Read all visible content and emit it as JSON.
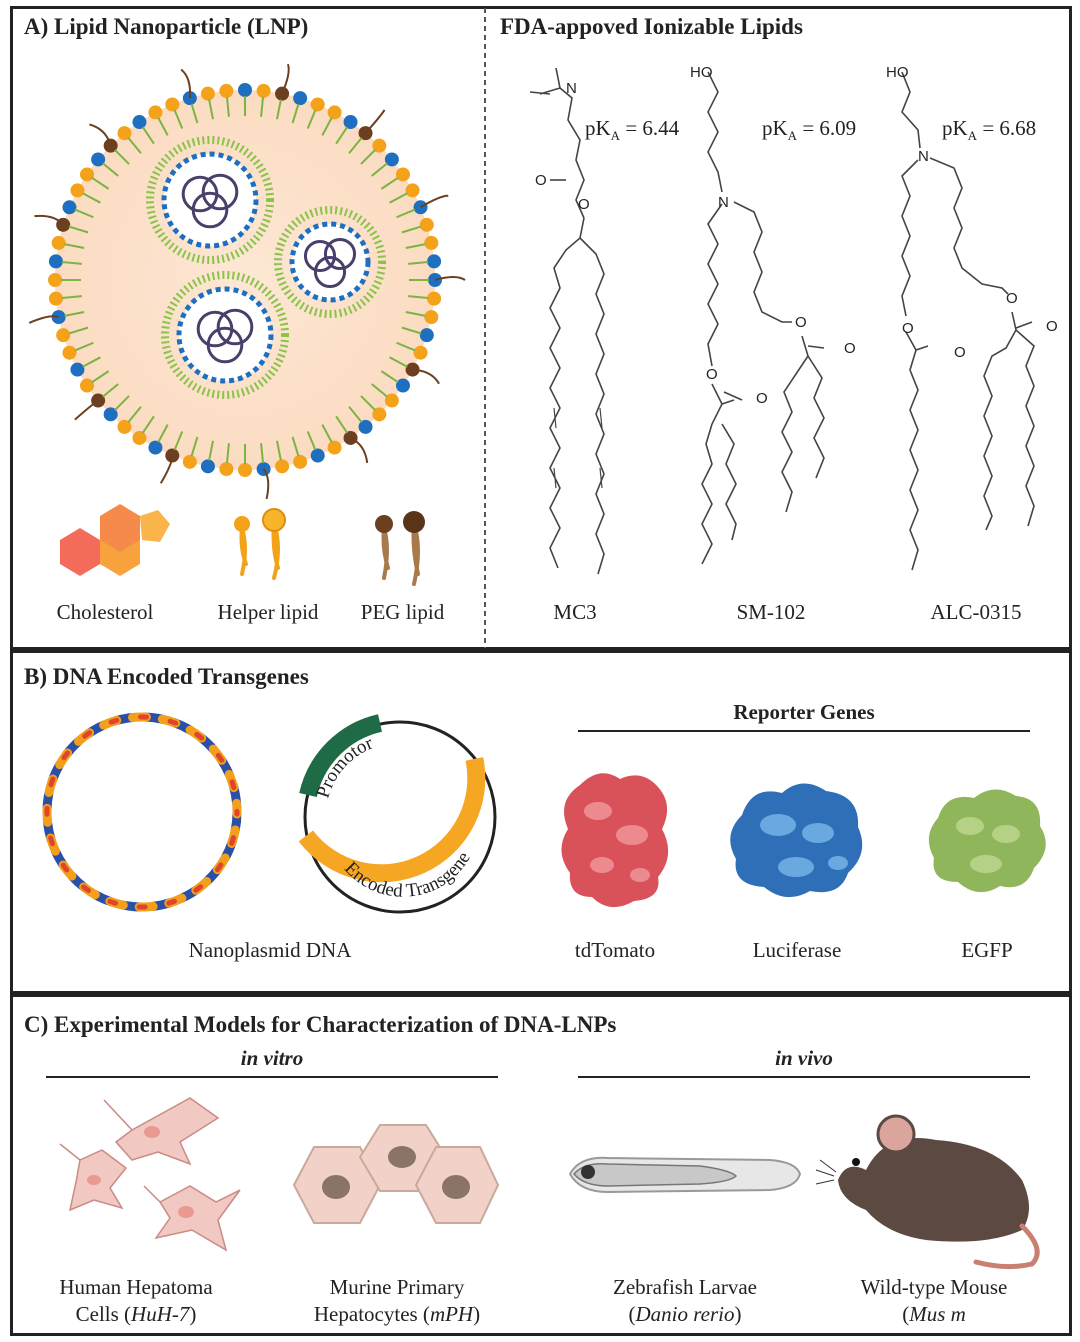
{
  "panel_a": {
    "title": "A)  Lipid Nanoparticle (LNP)",
    "legend": [
      "Cholesterol",
      "Helper lipid",
      "PEG lipid"
    ]
  },
  "panel_a_right": {
    "title": "FDA-appoved Ionizable Lipids",
    "lipids": [
      {
        "name": "MC3",
        "pka_prefix": "pK",
        "pka_sub": "A",
        "pka_value": " = 6.44"
      },
      {
        "name": "SM-102",
        "pka_prefix": "pK",
        "pka_sub": "A",
        "pka_value": " = 6.09"
      },
      {
        "name": "ALC-0315",
        "pka_prefix": "pK",
        "pka_sub": "A",
        "pka_value": " = 6.68"
      }
    ],
    "atoms": {
      "N": "N",
      "O": "O",
      "HO": "HO"
    }
  },
  "panel_b": {
    "title": "B) DNA Encoded Transgenes",
    "plasmid_caption": "Nanoplasmid DNA",
    "promotor_label": "Promotor",
    "transgene_label": "Encoded Transgene",
    "reporter_header": "Reporter Genes",
    "reporters": [
      "tdTomato",
      "Luciferase",
      "EGFP"
    ],
    "colors": {
      "promotor": "#1e6b45",
      "transgene": "#f5a623",
      "tdtomato": "#d9525a",
      "luciferase": "#3a86c8",
      "egfp": "#8fb65a"
    }
  },
  "panel_c": {
    "title": "C) Experimental Models for Characterization of DNA-LNPs",
    "in_vitro": "in vitro",
    "in_vivo": "in vivo",
    "models": [
      {
        "line1": "Human Hepatoma",
        "line2_pre": "Cells (",
        "line2_it": "HuH-7",
        "line2_post": ")"
      },
      {
        "line1": "Murine Primary",
        "line2_pre": "Hepatocytes (",
        "line2_it": "mPH",
        "line2_post": ")"
      },
      {
        "line1": "Zebrafish Larvae",
        "line2_pre": "(",
        "line2_it": "Danio rerio",
        "line2_post": ")"
      },
      {
        "line1": "Wild-type Mouse",
        "line2_pre": "(",
        "line2_it": "Mus m",
        "line2_post": ""
      }
    ]
  }
}
